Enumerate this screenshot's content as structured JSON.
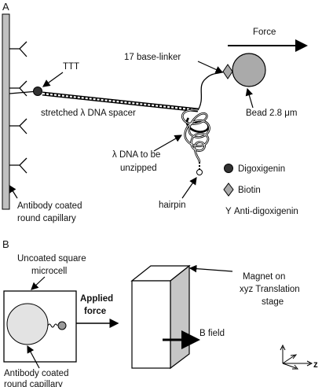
{
  "panel_a": {
    "label": "A",
    "force": "Force",
    "ttt": "TTT",
    "linker": "17 base-linker",
    "spacer": "stretched λ DNA spacer",
    "bead": "Bead 2.8 μm",
    "unzip_line1": "λ DNA to be",
    "unzip_line2": "unzipped",
    "hairpin": "hairpin",
    "capillary_line1": "Antibody coated",
    "capillary_line2": "round capillary",
    "legend": [
      {
        "symbol": "dot",
        "label": "Digoxigenin"
      },
      {
        "symbol": "diamond",
        "label": "Biotin"
      },
      {
        "symbol": "Y",
        "label": "Anti-digoxigenin"
      }
    ]
  },
  "panel_b": {
    "label": "B",
    "microcell_line1": "Uncoated square",
    "microcell_line2": "microcell",
    "applied_line1": "Applied",
    "applied_line2": "force",
    "magnet_line1": "Magnet on",
    "magnet_line2": "xyz Translation",
    "magnet_line3": "stage",
    "bfield": "B field",
    "capillary_line1": "Antibody coated",
    "capillary_line2": "round capillary",
    "axis_z": "z"
  }
}
